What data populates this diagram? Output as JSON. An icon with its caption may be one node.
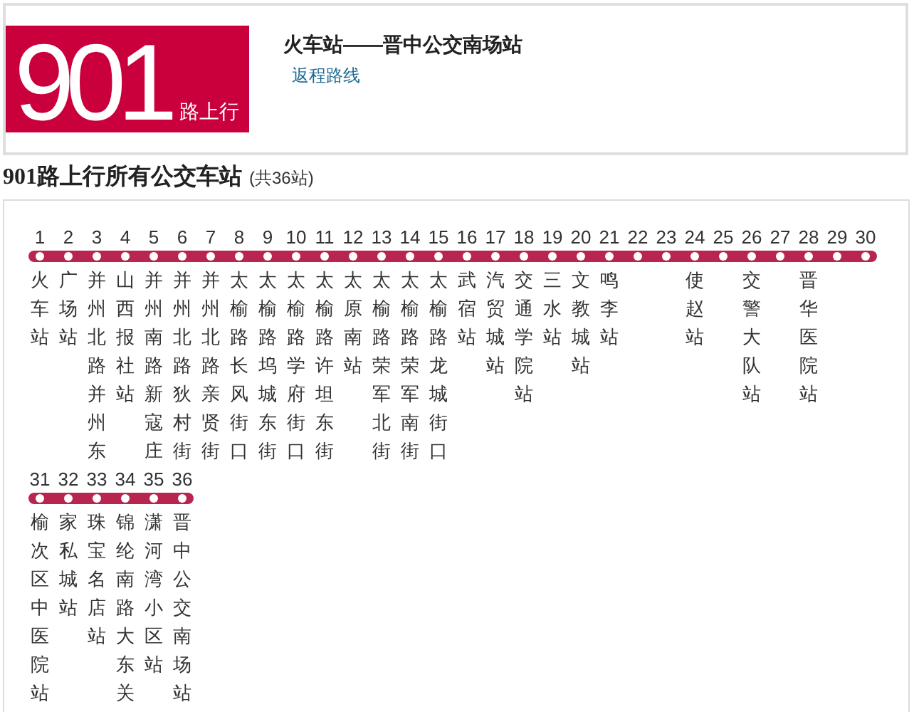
{
  "diagram": {
    "title": "901路上行所有公交车站",
    "nodes": [
      {
        "text": [
          "火车站——晋中公交南场站",
          "返程路线"
        ]
      },
      {
        "text": [
          "901",
          "路上行"
        ],
        "in": 0
      },
      {
        "text": [],
        "shape": "box"
      },
      {
        "text": [
          "1",
          "火车站"
        ],
        "in": 2
      },
      {
        "text": [
          "2",
          "广场站"
        ],
        "in": 2
      },
      {
        "text": [
          "3",
          "并州北路并州东"
        ],
        "in": 2
      },
      {
        "text": [
          "4",
          "山西报社站"
        ],
        "in": 2
      },
      {
        "text": [
          "5",
          "并州南路新寇庄"
        ],
        "in": 2
      },
      {
        "text": [
          "6",
          "并州北路狄村街"
        ],
        "in": 2
      },
      {
        "text": [
          "7",
          "并州北路亲贤街"
        ],
        "in": 2
      },
      {
        "text": [
          "8",
          "太榆路长风街口"
        ],
        "in": 2
      },
      {
        "text": [
          "9",
          "太榆路坞城东街"
        ],
        "in": 2
      },
      {
        "text": [
          "10",
          "太榆路学府街口"
        ],
        "in": 2
      },
      {
        "text": [
          "11",
          "太榆路许坦东街"
        ],
        "in": 2
      },
      {
        "text": [
          "12",
          "太原南站"
        ],
        "in": 2
      },
      {
        "text": [
          "13",
          "太榆路荣军北街"
        ],
        "in": 2
      },
      {
        "text": [
          "14",
          "太榆路荣军南街"
        ],
        "in": 2
      },
      {
        "text": [
          "15",
          "太榆路龙城街口"
        ],
        "in": 2
      },
      {
        "text": [
          "16",
          "武宿站"
        ],
        "in": 2
      },
      {
        "text": [
          "17",
          "汽贸城站"
        ],
        "in": 2
      },
      {
        "text": [
          "18",
          "交通学院站"
        ],
        "in": 2
      },
      {
        "text": [
          "19",
          "三水站"
        ],
        "in": 2
      },
      {
        "text": [
          "20",
          "文教城站"
        ],
        "in": 2
      },
      {
        "text": [
          "21",
          "鸣李站"
        ],
        "in": 2
      },
      {
        "text": [
          "22"
        ],
        "in": 2
      },
      {
        "text": [
          "23"
        ],
        "in": 2
      },
      {
        "text": [
          "24",
          "使赵站"
        ],
        "in": 2
      },
      {
        "text": [
          "25"
        ],
        "in": 2
      },
      {
        "text": [
          "26",
          "交警大队站"
        ],
        "in": 2
      },
      {
        "text": [
          "27"
        ],
        "in": 2
      },
      {
        "text": [
          "28",
          "晋华医院站"
        ],
        "in": 2
      },
      {
        "text": [
          "29"
        ],
        "in": 2
      },
      {
        "text": [
          "30"
        ],
        "in": 2
      },
      {
        "text": [
          "31",
          "榆次区中医院站"
        ],
        "in": 2
      },
      {
        "text": [
          "32",
          "家私城站"
        ],
        "in": 2
      },
      {
        "text": [
          "33",
          "珠宝名店站"
        ],
        "in": 2
      },
      {
        "text": [
          "34",
          "锦纶南路大东关"
        ],
        "in": 2
      },
      {
        "text": [
          "35",
          "潇河湾小区站"
        ],
        "in": 2
      },
      {
        "text": [
          "36",
          "晋中公交南场站"
        ],
        "in": 2
      }
    ],
    "edges": [
      {
        "from": 3,
        "to": 4,
        "arrow": "none"
      },
      {
        "from": 4,
        "to": 5,
        "arrow": "none"
      },
      {
        "from": 5,
        "to": 6,
        "arrow": "none"
      },
      {
        "from": 6,
        "to": 7,
        "arrow": "none"
      },
      {
        "from": 7,
        "to": 8,
        "arrow": "none"
      },
      {
        "from": 8,
        "to": 9,
        "arrow": "none"
      },
      {
        "from": 9,
        "to": 10,
        "arrow": "none"
      },
      {
        "from": 10,
        "to": 11,
        "arrow": "none"
      },
      {
        "from": 11,
        "to": 12,
        "arrow": "none"
      },
      {
        "from": 12,
        "to": 13,
        "arrow": "none"
      },
      {
        "from": 13,
        "to": 14,
        "arrow": "none"
      },
      {
        "from": 14,
        "to": 15,
        "arrow": "none"
      },
      {
        "from": 15,
        "to": 16,
        "arrow": "none"
      },
      {
        "from": 16,
        "to": 17,
        "arrow": "none"
      },
      {
        "from": 17,
        "to": 18,
        "arrow": "none"
      },
      {
        "from": 18,
        "to": 19,
        "arrow": "none"
      },
      {
        "from": 19,
        "to": 20,
        "arrow": "none"
      },
      {
        "from": 20,
        "to": 21,
        "arrow": "none"
      },
      {
        "from": 21,
        "to": 22,
        "arrow": "none"
      },
      {
        "from": 22,
        "to": 23,
        "arrow": "none"
      },
      {
        "from": 23,
        "to": 24,
        "arrow": "none"
      },
      {
        "from": 24,
        "to": 25,
        "arrow": "none"
      },
      {
        "from": 25,
        "to": 26,
        "arrow": "none"
      },
      {
        "from": 26,
        "to": 27,
        "arrow": "none"
      },
      {
        "from": 27,
        "to": 28,
        "arrow": "none"
      },
      {
        "from": 28,
        "to": 29,
        "arrow": "none"
      },
      {
        "from": 29,
        "to": 30,
        "arrow": "none"
      },
      {
        "from": 30,
        "to": 31,
        "arrow": "none"
      },
      {
        "from": 31,
        "to": 32,
        "arrow": "none"
      },
      {
        "from": 33,
        "to": 34,
        "arrow": "none"
      },
      {
        "from": 34,
        "to": 35,
        "arrow": "none"
      },
      {
        "from": 35,
        "to": 36,
        "arrow": "none"
      },
      {
        "from": 36,
        "to": 37,
        "arrow": "none"
      },
      {
        "from": 37,
        "to": 38,
        "arrow": "none"
      }
    ],
    "labels": [
      "(共36站)"
    ]
  }
}
